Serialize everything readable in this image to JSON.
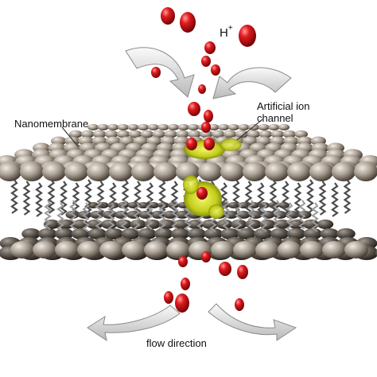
{
  "labels": {
    "ion": "H",
    "ion_charge": "+",
    "channel_line1": "Artificial ion",
    "channel_line2": "channel",
    "membrane": "Nanomembrane",
    "flow": "flow direction"
  },
  "colors": {
    "ion": "#d8161a",
    "lipid_head": "#a79c8f",
    "lipid_tail": "#5a5a5a",
    "channel": "#c9d21a",
    "arrow": "#e4e4e4"
  }
}
